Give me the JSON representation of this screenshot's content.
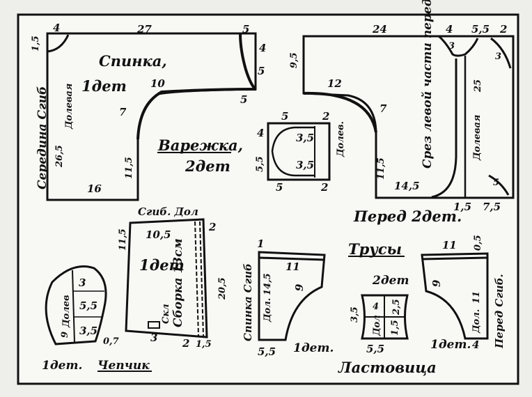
{
  "pieces": {
    "back": {
      "title": "Спинка,",
      "count": "1дет",
      "fold_label": "Середина Сгиб",
      "grain_label": "Долевая",
      "dims": [
        "1,5",
        "4",
        "27",
        "5",
        "4",
        "5",
        "5",
        "10",
        "7",
        "26,5",
        "11,5",
        "16"
      ]
    },
    "mitten": {
      "title": "Варежка,",
      "count": "2дет",
      "grain_label": "Долев.",
      "dims": [
        "5",
        "2",
        "4",
        "3,5",
        "5,5",
        "3,5",
        "5",
        "2"
      ]
    },
    "front": {
      "title": "Перед 2дет.",
      "cut_label": "Срез левой части переда",
      "grain_label": "Долевая",
      "dims": [
        "24",
        "4",
        "5,5",
        "2",
        "9,5",
        "3",
        "3",
        "12",
        "25",
        "7",
        "11,5",
        "14,5",
        "1,5",
        "7,5",
        "5"
      ]
    },
    "cap_side": {
      "fold_label": "Сгиб. Дол",
      "count": "1дет",
      "gather_label": "Сборка 13см",
      "seam_label": "Скл",
      "dims": [
        "11,5",
        "10,5",
        "2",
        "20,5",
        "3",
        "2",
        "1,5"
      ]
    },
    "cap_crown": {
      "title": "Чепчик",
      "count": "1дет.",
      "grain_label": "Долев",
      "dims": [
        "9",
        "3",
        "5,5",
        "3,5",
        "0,7"
      ]
    },
    "panties_title": "Трусы",
    "panties_back": {
      "fold_label": "Спинка Сгиб",
      "grain_label": "Дол.",
      "count": "1дет.",
      "dims": [
        "1",
        "11",
        "14,5",
        "9",
        "5,5"
      ]
    },
    "gusset": {
      "title": "Ластовица",
      "count": "2дет",
      "grain_label": "Дол",
      "dims": [
        "3,5",
        "4",
        "2,5",
        "1,5",
        "5,5"
      ]
    },
    "panties_front": {
      "fold_label": "Перед Сгиб.",
      "grain_label": "Дол.",
      "count": "1дет.",
      "dims": [
        "11",
        "0,5",
        "9",
        "11",
        "4"
      ]
    }
  }
}
